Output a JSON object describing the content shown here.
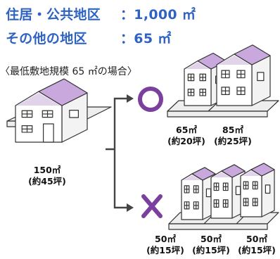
{
  "rules": [
    {
      "label": "住居・公共地区",
      "value": "：1,000 ㎡"
    },
    {
      "label": "その他の地区",
      "value": "：65 ㎡"
    }
  ],
  "caption": "〈最低敷地規模 65 ㎡の場合〉",
  "original": {
    "area": "150㎡",
    "tsubo": "(約45坪)"
  },
  "ok_case": {
    "symbol": "◯",
    "lots": [
      {
        "area": "65㎡",
        "tsubo": "(約20坪)"
      },
      {
        "area": "85㎡",
        "tsubo": "(約25坪)"
      }
    ]
  },
  "ng_case": {
    "symbol": "✕",
    "lots": [
      {
        "area": "50㎡",
        "tsubo": "(約15坪)"
      },
      {
        "area": "50㎡",
        "tsubo": "(約15坪)"
      },
      {
        "area": "50㎡",
        "tsubo": "(約15坪)"
      }
    ]
  },
  "colors": {
    "rule_text": "#2f63c3",
    "roof": "#c9a8de",
    "roof_side": "#a883c4",
    "mark": "#7b3f9e",
    "wall": "#ffffff",
    "ground": "#eeeeee"
  }
}
